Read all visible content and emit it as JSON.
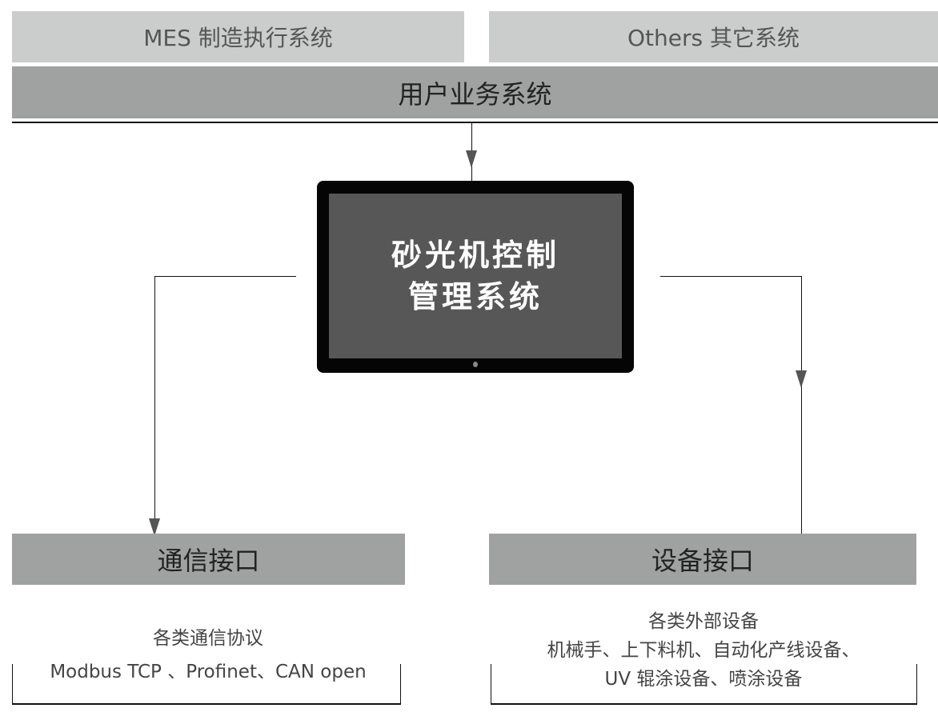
{
  "top_systems": {
    "mes": "MES 制造执行系统",
    "others": "Others 其它系统"
  },
  "user_business": "用户业务系统",
  "center": {
    "line1": "砂光机控制",
    "line2": "管理系统"
  },
  "comm_interface": {
    "title": "通信接口",
    "desc_title": "各类通信协议",
    "desc_items": "Modbus TCP 、Profinet、CAN open"
  },
  "device_interface": {
    "title": "设备接口",
    "desc_title": "各类外部设备",
    "desc_line1": "机械手、上下料机、自动化产线设备、",
    "desc_line2": "UV 辊涂设备、喷涂设备"
  }
}
